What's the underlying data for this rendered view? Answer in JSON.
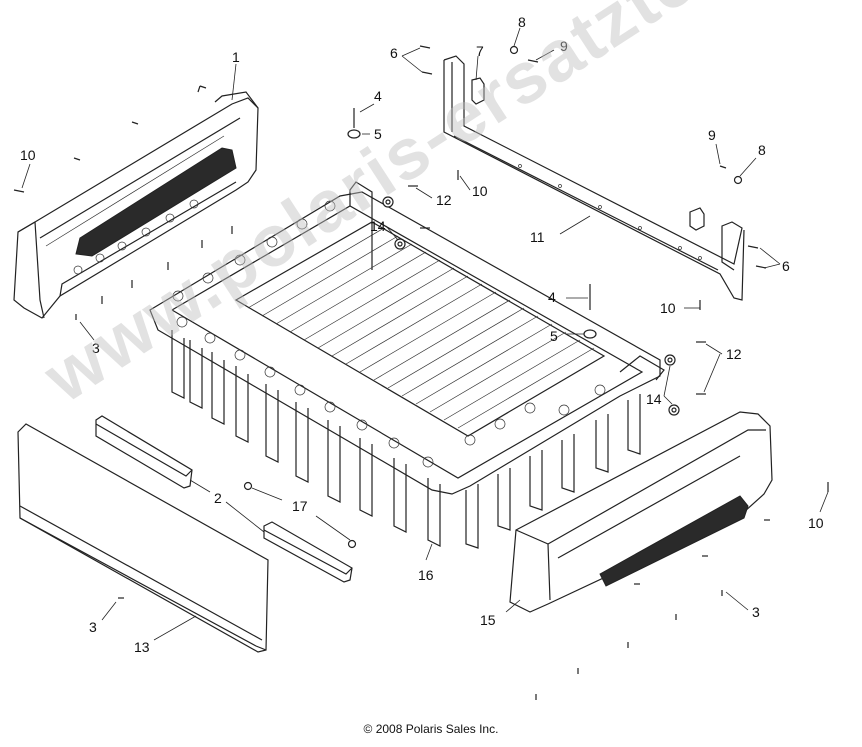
{
  "callouts": [
    {
      "id": "c1",
      "label": "1"
    },
    {
      "id": "c2",
      "label": "2"
    },
    {
      "id": "c3a",
      "label": "3"
    },
    {
      "id": "c3b",
      "label": "3"
    },
    {
      "id": "c3c",
      "label": "3"
    },
    {
      "id": "c4a",
      "label": "4"
    },
    {
      "id": "c4b",
      "label": "4"
    },
    {
      "id": "c5a",
      "label": "5"
    },
    {
      "id": "c5b",
      "label": "5"
    },
    {
      "id": "c6a",
      "label": "6"
    },
    {
      "id": "c6b",
      "label": "6"
    },
    {
      "id": "c7",
      "label": "7"
    },
    {
      "id": "c8a",
      "label": "8"
    },
    {
      "id": "c8b",
      "label": "8"
    },
    {
      "id": "c9a",
      "label": "9"
    },
    {
      "id": "c9b",
      "label": "9"
    },
    {
      "id": "c10a",
      "label": "10"
    },
    {
      "id": "c10b",
      "label": "10"
    },
    {
      "id": "c10c",
      "label": "10"
    },
    {
      "id": "c10d",
      "label": "10"
    },
    {
      "id": "c11",
      "label": "11"
    },
    {
      "id": "c12a",
      "label": "12"
    },
    {
      "id": "c12b",
      "label": "12"
    },
    {
      "id": "c13",
      "label": "13"
    },
    {
      "id": "c14a",
      "label": "14"
    },
    {
      "id": "c14b",
      "label": "14"
    },
    {
      "id": "c15",
      "label": "15"
    },
    {
      "id": "c16",
      "label": "16"
    },
    {
      "id": "c17",
      "label": "17"
    }
  ],
  "copyright": "© 2008 Polaris Sales Inc.",
  "watermark": "www.polaris-ersatzteile.de"
}
